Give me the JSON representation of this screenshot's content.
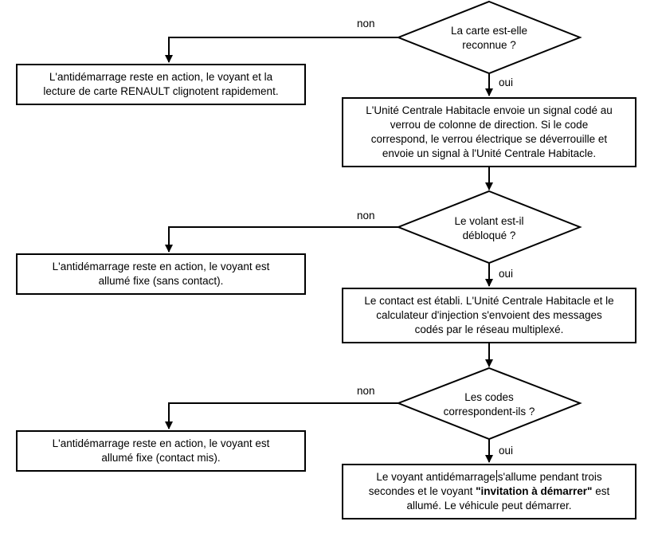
{
  "decisions": [
    {
      "lines": [
        "La carte est-elle",
        "reconnue ?"
      ],
      "no_label": "non",
      "yes_label": "oui"
    },
    {
      "lines": [
        "Le volant est-il",
        "débloqué ?"
      ],
      "no_label": "non",
      "yes_label": "oui"
    },
    {
      "lines": [
        "Les codes",
        "correspondent-ils ?"
      ],
      "no_label": "non",
      "yes_label": "oui"
    }
  ],
  "failure_boxes": [
    {
      "lines": [
        "L'antidémarrage reste en action, le voyant et la",
        "lecture de carte RENAULT clignotent rapidement."
      ]
    },
    {
      "lines": [
        "L'antidémarrage reste en action, le voyant est",
        "allumé fixe (sans contact)."
      ]
    },
    {
      "lines": [
        "L'antidémarrage reste en action, le voyant est",
        "allumé fixe (contact mis)."
      ]
    }
  ],
  "action_boxes": [
    {
      "lines": [
        "L'Unité Centrale Habitacle envoie un signal codé au",
        "verrou de colonne de direction. Si le code",
        "correspond, le verrou électrique se déverrouille et",
        "envoie un signal à l'Unité Centrale Habitacle."
      ]
    },
    {
      "lines": [
        "Le contact est établi. L'Unité Centrale Habitacle et le",
        "calculateur d'injection s'envoient des messages",
        "codés par le réseau multiplexé."
      ]
    },
    {
      "line1_a": "Le voyant antidémarrage",
      "line1_b": "s'allume pendant trois",
      "line2_a": "secondes et le voyant ",
      "line2_bold": "\"invitation à démarrer\"",
      "line2_b": " est",
      "line3": "allumé. Le véhicule peut démarrer."
    }
  ]
}
